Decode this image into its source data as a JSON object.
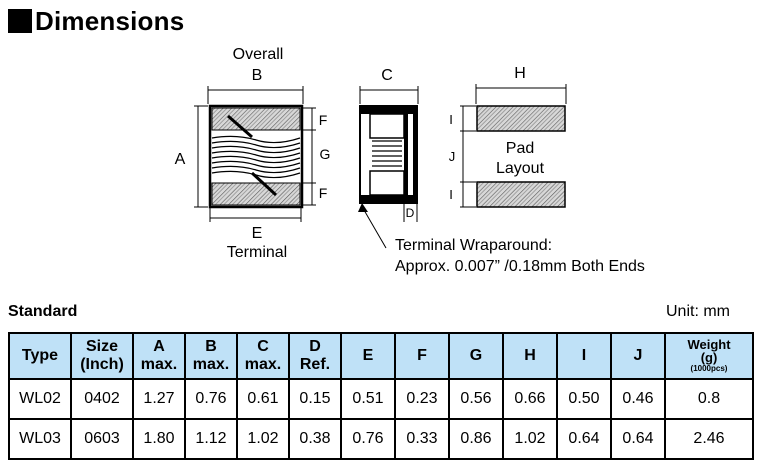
{
  "heading": "Dimensions",
  "drawing_labels": {
    "overall": "Overall",
    "b": "B",
    "a": "A",
    "f_top": "F",
    "g": "G",
    "f_bottom": "F",
    "e": "E",
    "terminal": "Terminal",
    "c": "C",
    "d": "D",
    "h": "H",
    "i_top": "I",
    "j": "J",
    "i_bottom": "I",
    "pad_line1": "Pad",
    "pad_line2": "Layout",
    "wrap_line1": "Terminal Wraparound:",
    "wrap_line2": "Approx. 0.007” /0.18mm Both Ends"
  },
  "table_title": "Standard",
  "unit_label": "Unit: mm",
  "table": {
    "headers": [
      {
        "l1": "Type",
        "l2": ""
      },
      {
        "l1": "Size",
        "l2": "(Inch)"
      },
      {
        "l1": "A",
        "l2": "max."
      },
      {
        "l1": "B",
        "l2": "max."
      },
      {
        "l1": "C",
        "l2": "max."
      },
      {
        "l1": "D",
        "l2": "Ref."
      },
      {
        "l1": "E",
        "l2": ""
      },
      {
        "l1": "F",
        "l2": ""
      },
      {
        "l1": "G",
        "l2": ""
      },
      {
        "l1": "H",
        "l2": ""
      },
      {
        "l1": "I",
        "l2": ""
      },
      {
        "l1": "J",
        "l2": ""
      }
    ],
    "weight_header": {
      "l1": "Weight",
      "l2": "(g)",
      "l3": "(1000pcs)"
    },
    "rows": [
      [
        "WL02",
        "0402",
        "1.27",
        "0.76",
        "0.61",
        "0.15",
        "0.51",
        "0.23",
        "0.56",
        "0.66",
        "0.50",
        "0.46",
        "0.8"
      ],
      [
        "WL03",
        "0603",
        "1.80",
        "1.12",
        "1.02",
        "0.38",
        "0.76",
        "0.33",
        "0.86",
        "1.02",
        "0.64",
        "0.64",
        "2.46"
      ]
    ]
  }
}
